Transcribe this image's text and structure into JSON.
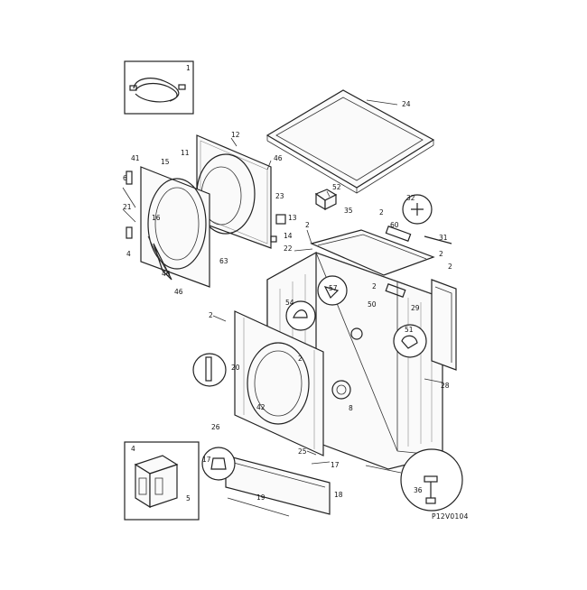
{
  "diagram": {
    "drawing_code": "P12V0104",
    "callouts": [
      {
        "id": "c1",
        "text": "1"
      },
      {
        "id": "c24",
        "text": "24"
      },
      {
        "id": "c12",
        "text": "12"
      },
      {
        "id": "c11",
        "text": "11"
      },
      {
        "id": "c15",
        "text": "15"
      },
      {
        "id": "c41",
        "text": "41"
      },
      {
        "id": "c46a",
        "text": "46"
      },
      {
        "id": "c23",
        "text": "23"
      },
      {
        "id": "c13",
        "text": "13"
      },
      {
        "id": "c14",
        "text": "14"
      },
      {
        "id": "c6",
        "text": "6"
      },
      {
        "id": "c21",
        "text": "21"
      },
      {
        "id": "c4a",
        "text": "4"
      },
      {
        "id": "c16",
        "text": "16"
      },
      {
        "id": "c63",
        "text": "63"
      },
      {
        "id": "c46b",
        "text": "46"
      },
      {
        "id": "c46c",
        "text": "46"
      },
      {
        "id": "c52",
        "text": "52"
      },
      {
        "id": "c32",
        "text": "32"
      },
      {
        "id": "c35",
        "text": "35"
      },
      {
        "id": "c2a",
        "text": "2"
      },
      {
        "id": "c2b",
        "text": "2"
      },
      {
        "id": "c60",
        "text": "60"
      },
      {
        "id": "c22",
        "text": "22"
      },
      {
        "id": "c31",
        "text": "31"
      },
      {
        "id": "c2c",
        "text": "2"
      },
      {
        "id": "c2d",
        "text": "2"
      },
      {
        "id": "c57",
        "text": "57"
      },
      {
        "id": "c2e",
        "text": "2"
      },
      {
        "id": "c54",
        "text": "54"
      },
      {
        "id": "c50",
        "text": "50"
      },
      {
        "id": "c29",
        "text": "29"
      },
      {
        "id": "c51",
        "text": "51"
      },
      {
        "id": "c20",
        "text": "20"
      },
      {
        "id": "c8",
        "text": "8"
      },
      {
        "id": "c42",
        "text": "42"
      },
      {
        "id": "c28",
        "text": "28"
      },
      {
        "id": "c26",
        "text": "26"
      },
      {
        "id": "c25",
        "text": "25"
      },
      {
        "id": "c17a",
        "text": "17"
      },
      {
        "id": "c17b",
        "text": "17"
      },
      {
        "id": "c4b",
        "text": "4"
      },
      {
        "id": "c5",
        "text": "5"
      },
      {
        "id": "c19",
        "text": "19"
      },
      {
        "id": "c18",
        "text": "18"
      },
      {
        "id": "c36",
        "text": "36"
      },
      {
        "id": "c2f",
        "text": "2"
      },
      {
        "id": "c2g",
        "text": "2"
      }
    ]
  }
}
